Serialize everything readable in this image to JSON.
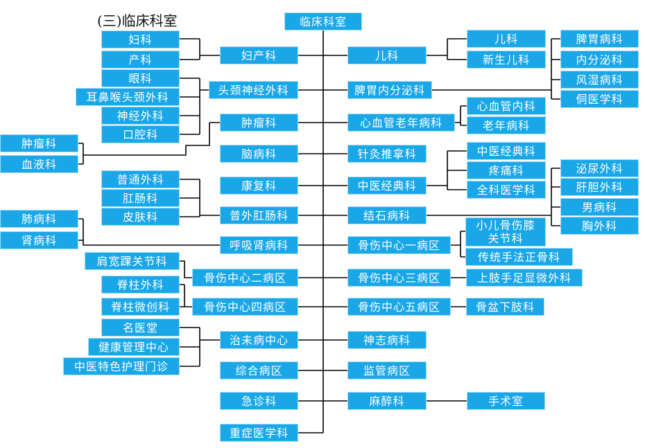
{
  "section_title": "(三)临床科室",
  "root": "临床科室",
  "nodes": {
    "obgyn_group": "妇产科",
    "gyn": "妇科",
    "obs": "产科",
    "headneck": "头颈神经外科",
    "eye": "眼科",
    "ent": "耳鼻喉头颈外科",
    "neurosurg": "神经外科",
    "oral": "口腔科",
    "tumor": "肿瘤科",
    "left_tumor": "肿瘤科",
    "blood": "血液科",
    "brain": "脑病科",
    "rehab": "康复科",
    "general_surg": "普外肛肠科",
    "gen_surg": "普通外科",
    "anorectal": "肛肠科",
    "derm": "皮肤科",
    "resp_kidney": "呼吸肾病科",
    "lung": "肺病科",
    "kidney": "肾病科",
    "ortho2": "骨伤中心二病区",
    "shoulder": "肩宽踝关节科",
    "ortho4": "骨伤中心四病区",
    "spine_surg": "脊柱外科",
    "spine_mini": "脊柱微创科",
    "prevent": "治未病中心",
    "famous": "名医堂",
    "health_mgmt": "健康管理中心",
    "tcm_nursing": "中医特色护理门诊",
    "ward": "综合病区",
    "emergency": "急诊科",
    "icu": "重症医学科",
    "peds": "儿科",
    "peds_sub": "儿科",
    "neonatal": "新生儿科",
    "spleen_endo": "脾胃内分泌科",
    "spleen": "脾胃病科",
    "endocrine": "内分泌科",
    "rheum": "风湿病科",
    "dong": "侗医学科",
    "cardio_geri": "心血管老年病科",
    "cardio": "心血管内科",
    "geri": "老年病科",
    "acup": "针灸推拿科",
    "tcm_classic": "中医经典科",
    "tcm_classic_sub": "中医经典科",
    "pain": "疼痛科",
    "family_med": "全科医学科",
    "stone": "结石病科",
    "urology": "泌尿外科",
    "hepatobiliary": "肝胆外科",
    "andrology": "男病科",
    "thoracic": "胸外科",
    "ortho1": "骨伤中心一病区",
    "child_ortho": "小儿骨伤膝关节科",
    "trad_ortho": "传统手法正骨科",
    "ortho3": "骨伤中心三病区",
    "micro": "上肢手足显微外科",
    "ortho5": "骨伤中心五病区",
    "pelvic": "骨盆下肢科",
    "shenzhi": "神志病科",
    "supervise": "监管病区",
    "anesthesia": "麻醉科",
    "surgery_room": "手术室"
  }
}
